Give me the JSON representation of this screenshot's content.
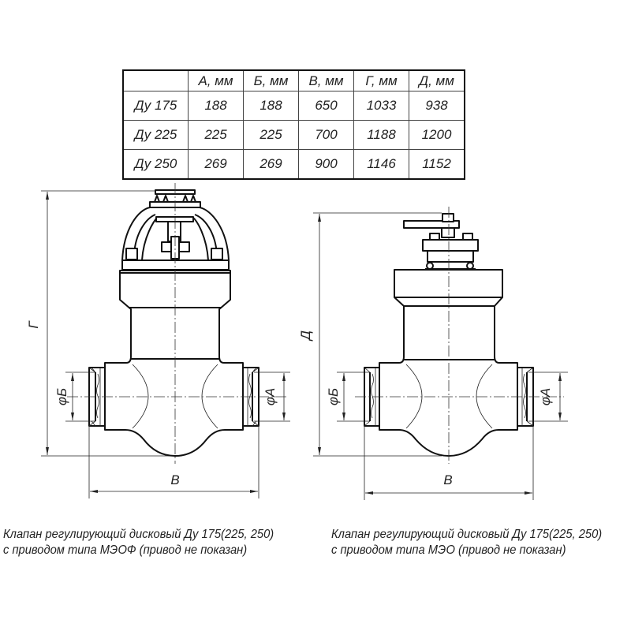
{
  "table": {
    "headers": [
      "",
      "А, мм",
      "Б, мм",
      "В, мм",
      "Г, мм",
      "Д, мм"
    ],
    "rows": [
      {
        "label": "Ду 175",
        "values": [
          "188",
          "188",
          "650",
          "1033",
          "938"
        ]
      },
      {
        "label": "Ду 225",
        "values": [
          "225",
          "225",
          "700",
          "1188",
          "1200"
        ]
      },
      {
        "label": "Ду 250",
        "values": [
          "269",
          "269",
          "900",
          "1146",
          "1152"
        ]
      }
    ]
  },
  "left_view": {
    "height_label": "Г",
    "width_label": "В",
    "dia_left_label": "φБ",
    "dia_right_label": "φА",
    "caption_line1": "Клапан регулирующий дисковый Ду 175(225, 250)",
    "caption_line2": "с приводом типа МЭОФ (привод не показан)"
  },
  "right_view": {
    "height_label": "Д",
    "width_label": "В",
    "dia_left_label": "φБ",
    "dia_right_label": "φА",
    "caption_line1": "Клапан регулирующий дисковый Ду 175(225, 250)",
    "caption_line2": "с приводом типа МЭО (привод не показан)"
  }
}
